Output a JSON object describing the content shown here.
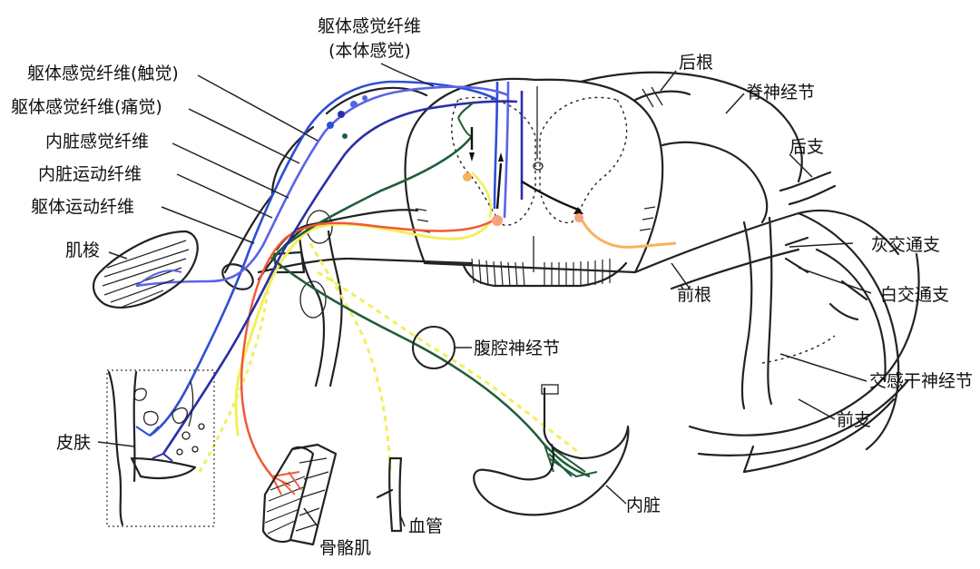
{
  "labels": {
    "somatic_sensory_top": "躯体感觉纤维",
    "proprioception": "(本体感觉)",
    "touch": "躯体感觉纤维(触觉)",
    "pain": "躯体感觉纤维(痛觉)",
    "visceral_sensory": "内脏感觉纤维",
    "visceral_motor": "内脏运动纤维",
    "somatic_motor": "躯体运动纤维",
    "muscle_spindle": "肌梭",
    "skin": "皮肤",
    "skeletal_muscle": "骨骼肌",
    "blood_vessel": "血管",
    "celiac_ganglion": "腹腔神经节",
    "viscera": "内脏",
    "dorsal_root": "后根",
    "spinal_ganglion": "脊神经节",
    "posterior_ramus": "后支",
    "gray_ramus": "灰交通支",
    "white_ramus": "白交通支",
    "ventral_root": "前根",
    "sympathetic_ganglion": "交感干神经节",
    "anterior_ramus": "前支"
  },
  "colors": {
    "touch_fiber": "#2d4fd6",
    "proprio_fiber": "#5a63e6",
    "pain_fiber": "#2a2fa8",
    "visceral_sensory_fiber": "#f2ef5a",
    "visceral_motor_fiber": "#1f5e3a",
    "somatic_motor_fiber": "#ef5a36",
    "sensory_glow": "#f7b25a",
    "outline": "#222222"
  }
}
